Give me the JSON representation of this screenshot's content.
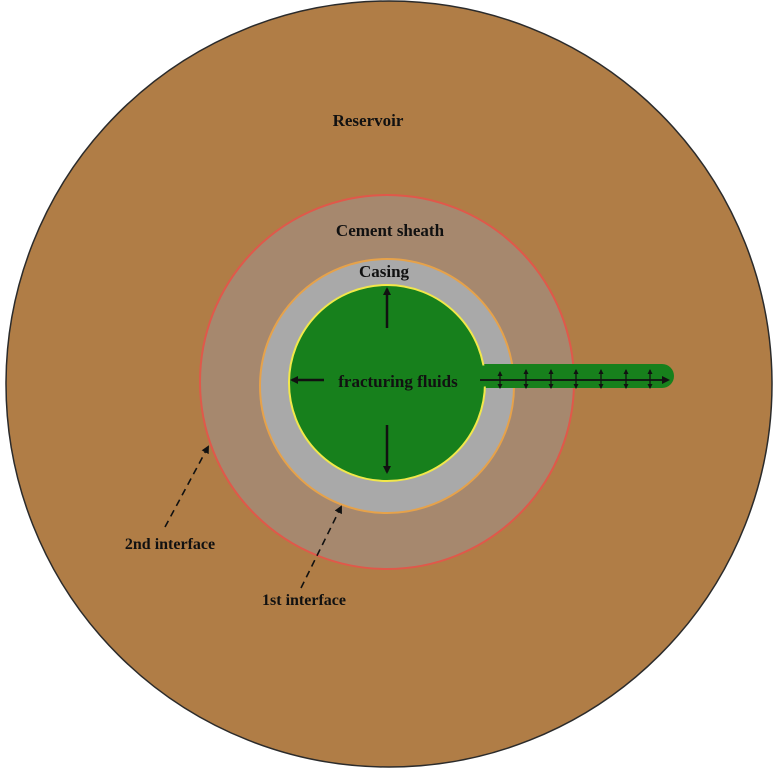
{
  "diagram": {
    "labels": {
      "reservoir": "Reservoir",
      "cement_sheath": "Cement sheath",
      "casing": "Casing",
      "fracturing_fluids": "fracturing fluids",
      "second_interface": "2nd interface",
      "first_interface": "1st interface"
    },
    "colors": {
      "background": "#ffffff",
      "reservoir": "#b07d46",
      "reservoir_outline": "#2b2b2b",
      "cement_sheath": "#a6886e",
      "second_interface_line": "#e0584a",
      "first_interface_line": "#e6a24a",
      "casing": "#a9a9a9",
      "fluid": "#17801c",
      "fluid_outline": "#f2e84a",
      "arrows": "#111111"
    }
  }
}
